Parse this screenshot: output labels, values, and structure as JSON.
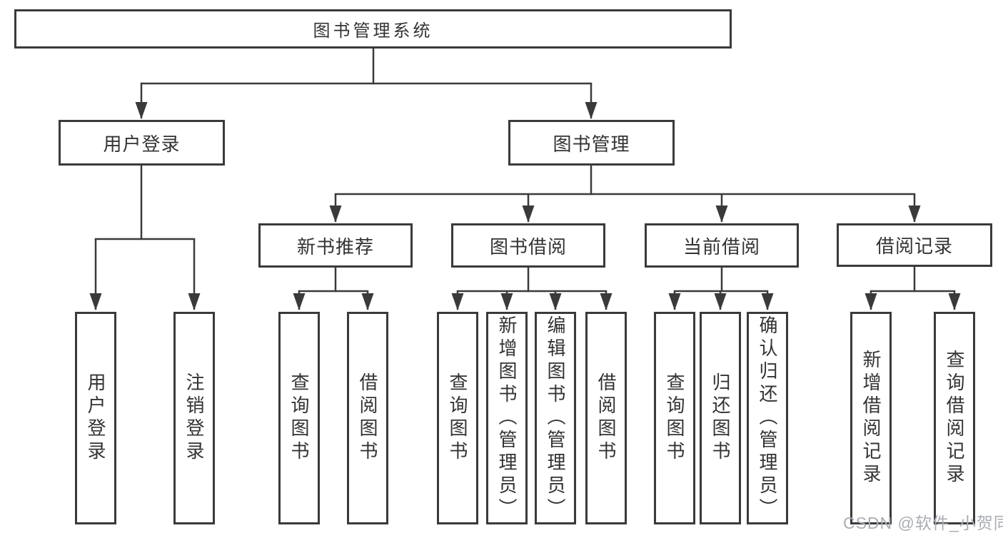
{
  "diagram": {
    "title": "图书管理系统",
    "branches": {
      "user_login": {
        "label": "用户登录",
        "children": {
          "login": "用户登录",
          "logout": "注销登录"
        }
      },
      "book_management": {
        "label": "图书管理",
        "sections": {
          "new_book_recommend": {
            "label": "新书推荐",
            "children": {
              "query_books": "查询图书",
              "borrow_books": "借阅图书"
            }
          },
          "book_borrowing": {
            "label": "图书借阅",
            "children": {
              "query_books": "查询图书",
              "add_books": "新增图书（管理员）",
              "edit_books": "编辑图书（管理员）",
              "borrow_books": "借阅图书"
            }
          },
          "current_borrowing": {
            "label": "当前借阅",
            "children": {
              "query_books": "查询图书",
              "return_books": "归还图书",
              "confirm_return": "确认归还（管理员）"
            }
          },
          "borrowing_records": {
            "label": "借阅记录",
            "children": {
              "add_record": "新增借阅记录",
              "query_record": "查询借阅记录"
            }
          }
        }
      }
    }
  },
  "watermark": {
    "text": "CSDN @软件_小贺同学"
  },
  "colors": {
    "background": "#ffffff",
    "box_background": "#ffffff",
    "box_border": "#3a3a3a",
    "line": "#3a3a3a",
    "text": "#333333",
    "watermark": "#a9aeb4"
  }
}
